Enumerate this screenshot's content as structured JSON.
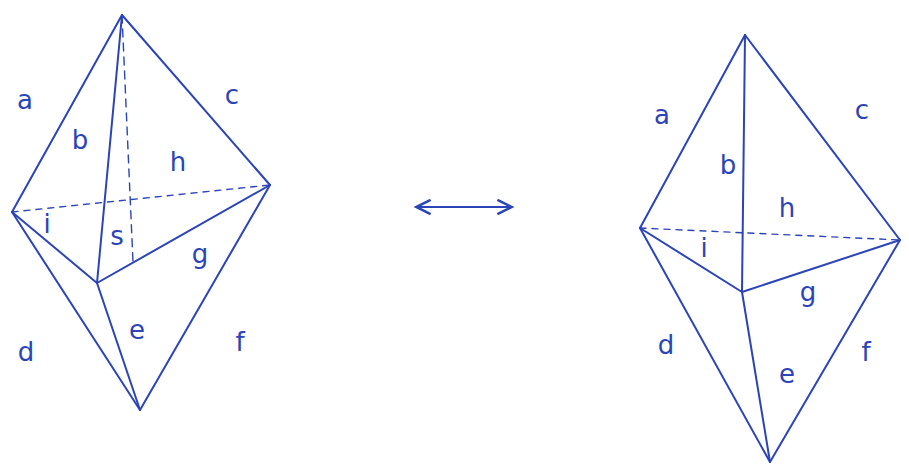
{
  "diagram": {
    "labels": [
      "a",
      "b",
      "c",
      "h",
      "s",
      "i",
      "g",
      "d",
      "e",
      "f",
      "a",
      "b",
      "c",
      "h",
      "i",
      "g",
      "d",
      "e",
      "f"
    ]
  }
}
